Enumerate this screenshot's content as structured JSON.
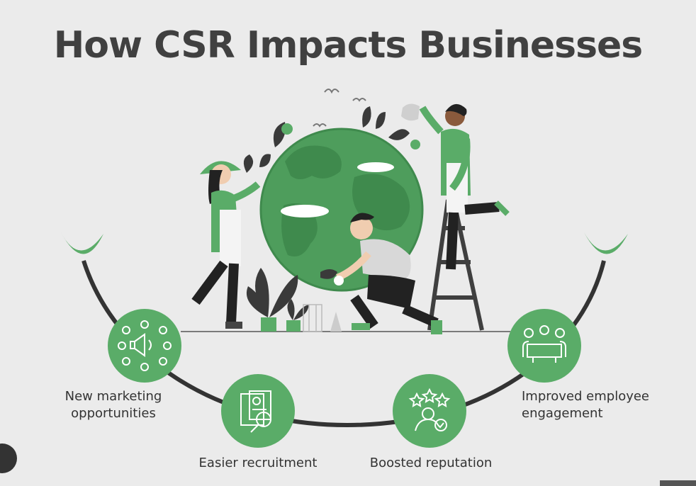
{
  "title": "How CSR Impacts Businesses",
  "benefits": [
    {
      "label": "New marketing opportunities",
      "line1": "New marketing",
      "line2": "opportunities",
      "icon": "megaphone-network-icon"
    },
    {
      "label": "Easier recruitment",
      "icon": "resume-magnifier-icon"
    },
    {
      "label": "Boosted reputation",
      "icon": "person-stars-check-icon"
    },
    {
      "label": "Improved employee engagement",
      "line1": "Improved employee",
      "line2": "engagement",
      "icon": "team-meeting-icon"
    }
  ],
  "colors": {
    "accent_green": "#5aac68",
    "dark_green": "#3f8a4d",
    "background": "#ebebeb",
    "title_text": "#404040",
    "curve": "#333333"
  }
}
